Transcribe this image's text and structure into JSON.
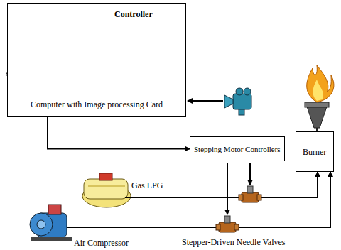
{
  "diagram": {
    "nodes": [
      {
        "text": [
          "Controller",
          "Computer with Image processing Card"
        ]
      },
      {
        "text": [
          "Stepping Motor Controllers"
        ]
      },
      {
        "text": [
          "Burner"
        ]
      },
      {
        "text": [
          "Gas LPG"
        ]
      },
      {
        "text": [
          "Air Compressor"
        ]
      }
    ],
    "edges": [
      {
        "from": 0,
        "to": 1,
        "arrow": "to"
      },
      {
        "from": 3,
        "to": 2,
        "arrow": "to"
      },
      {
        "from": 4,
        "to": 2,
        "arrow": "to"
      }
    ],
    "labels": [
      "Stepper-Driven Needle Valves"
    ]
  }
}
